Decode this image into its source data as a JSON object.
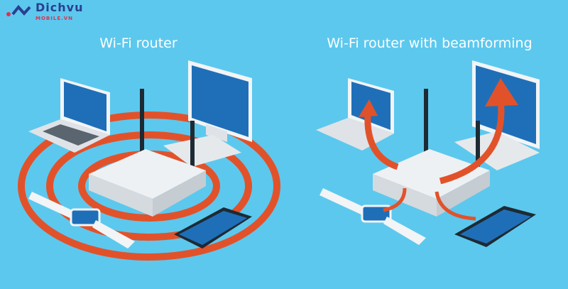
{
  "logo": {
    "line1": "Dichvu",
    "line2": "MOBILE.VN"
  },
  "titles": {
    "left": "Wi-Fi router",
    "right": "Wi-Fi router with beamforming"
  },
  "colors": {
    "background": "#5cc8ee",
    "signal": "#e2522a",
    "screen": "#1f6fb8",
    "device": "#f2f4f6"
  }
}
